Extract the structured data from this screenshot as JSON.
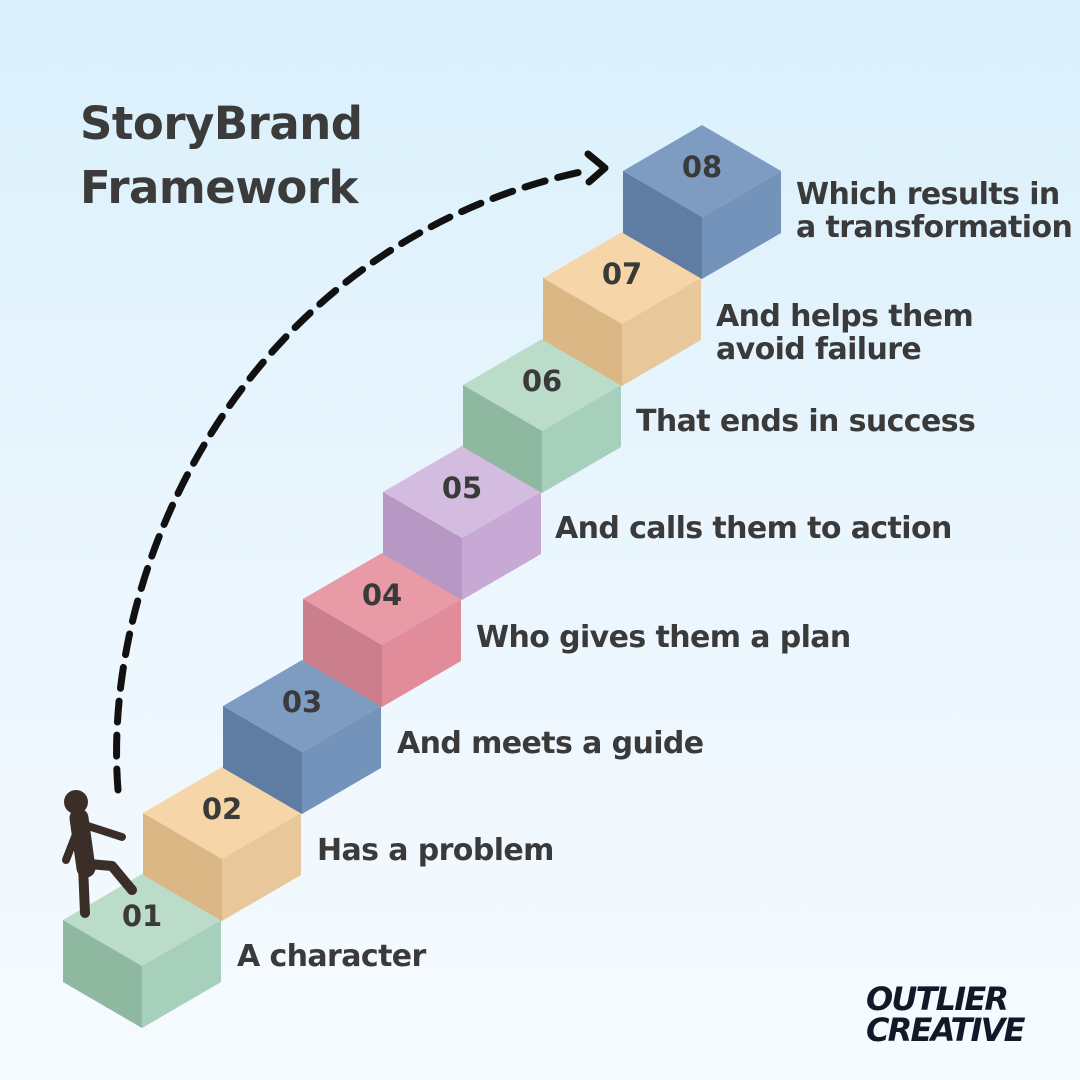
{
  "title": {
    "line1": "StoryBrand",
    "line2": "Framework"
  },
  "steps": [
    {
      "number": "01",
      "label": "A character",
      "colors": {
        "top": "#bcdcca",
        "left": "#8fb8a1",
        "right": "#a6cfbc"
      }
    },
    {
      "number": "02",
      "label": "Has a problem",
      "colors": {
        "top": "#f6d5a8",
        "left": "#dbb785",
        "right": "#e8c79b"
      }
    },
    {
      "number": "03",
      "label": "And meets a guide",
      "colors": {
        "top": "#7e9cc2",
        "left": "#5f7ca3",
        "right": "#7393bb"
      }
    },
    {
      "number": "04",
      "label": "Who gives them a plan",
      "colors": {
        "top": "#e89aa7",
        "left": "#cb7f8c",
        "right": "#e08c9b"
      }
    },
    {
      "number": "05",
      "label": "And calls them to action",
      "colors": {
        "top": "#d4bce1",
        "left": "#b797c4",
        "right": "#c8a9d6"
      }
    },
    {
      "number": "06",
      "label": "That ends in success",
      "colors": {
        "top": "#bcdcca",
        "left": "#8fb8a1",
        "right": "#a6cfbc"
      }
    },
    {
      "number": "07",
      "label": "And helps them avoid failure",
      "colors": {
        "top": "#f6d5a8",
        "left": "#dbb785",
        "right": "#e8c79b"
      }
    },
    {
      "number": "08",
      "label": "Which results in a transformation",
      "colors": {
        "top": "#7e9cc2",
        "left": "#5f7ca3",
        "right": "#7393bb"
      }
    }
  ],
  "icons": {
    "figure": "walking-person-icon",
    "arrow": "dashed-curved-arrow-icon"
  },
  "logo": {
    "line1": "OUTLIER",
    "line2": "CREATIVE"
  }
}
